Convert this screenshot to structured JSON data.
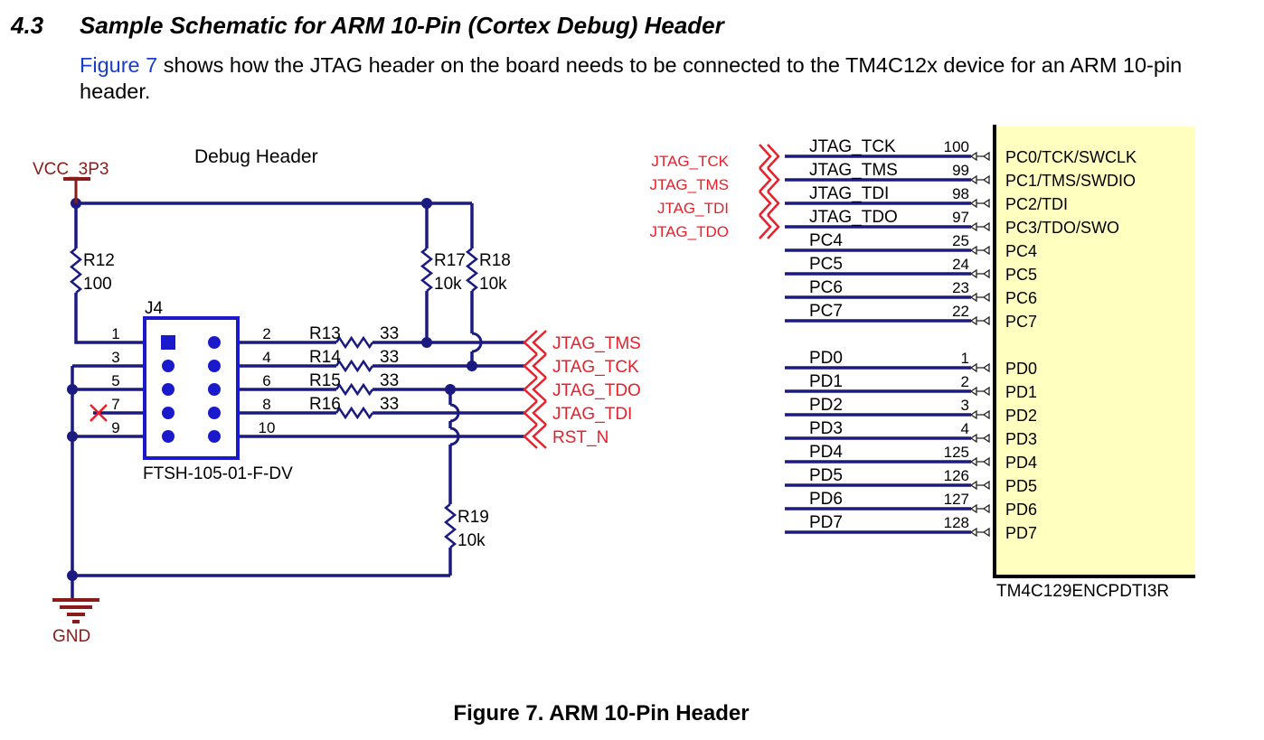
{
  "section": {
    "number": "4.3",
    "title": "Sample Schematic for ARM 10-Pin (Cortex Debug) Header"
  },
  "paragraph": {
    "link": "Figure 7",
    "rest": " shows how the JTAG header on the board needs to be connected to the TM4C12x device for an ARM 10-pin header."
  },
  "schematic": {
    "header_title": "Debug Header",
    "vcc": "VCC_3P3",
    "gnd": "GND",
    "connector_ref": "J4",
    "connector_part": "FTSH-105-01-F-DV",
    "left_pins": [
      "1",
      "3",
      "5",
      "7",
      "9"
    ],
    "right_pins": [
      "2",
      "4",
      "6",
      "8",
      "10"
    ],
    "resistors": [
      {
        "ref": "R12",
        "value": "100"
      },
      {
        "ref": "R13",
        "value": "33"
      },
      {
        "ref": "R14",
        "value": "33"
      },
      {
        "ref": "R15",
        "value": "33"
      },
      {
        "ref": "R16",
        "value": "33"
      },
      {
        "ref": "R17",
        "value": "10k"
      },
      {
        "ref": "R18",
        "value": "10k"
      },
      {
        "ref": "R19",
        "value": "10k"
      }
    ],
    "header_ports": [
      "JTAG_TMS",
      "JTAG_TCK",
      "JTAG_TDO",
      "JTAG_TDI",
      "RST_N"
    ],
    "mcu_ports": [
      "JTAG_TCK",
      "JTAG_TMS",
      "JTAG_TDI",
      "JTAG_TDO"
    ],
    "mcu": {
      "part": "TM4C129ENCPDTI3R",
      "nets_c": [
        "JTAG_TCK",
        "JTAG_TMS",
        "JTAG_TDI",
        "JTAG_TDO",
        "PC4",
        "PC5",
        "PC6",
        "PC7"
      ],
      "pins_c": [
        "100",
        "99",
        "98",
        "97",
        "25",
        "24",
        "23",
        "22"
      ],
      "names_c": [
        "PC0/TCK/SWCLK",
        "PC1/TMS/SWDIO",
        "PC2/TDI",
        "PC3/TDO/SWO",
        "PC4",
        "PC5",
        "PC6",
        "PC7"
      ],
      "nets_d": [
        "PD0",
        "PD1",
        "PD2",
        "PD3",
        "PD4",
        "PD5",
        "PD6",
        "PD7"
      ],
      "pins_d": [
        "1",
        "2",
        "3",
        "4",
        "125",
        "126",
        "127",
        "128"
      ],
      "names_d": [
        "PD0",
        "PD1",
        "PD2",
        "PD3",
        "PD4",
        "PD5",
        "PD6",
        "PD7"
      ]
    },
    "colors": {
      "wire": "#1a1a80",
      "port": "#e8202a",
      "power": "#8b1a1a",
      "chip_fill": "#ffffc0"
    }
  },
  "caption": "Figure 7. ARM 10-Pin Header"
}
